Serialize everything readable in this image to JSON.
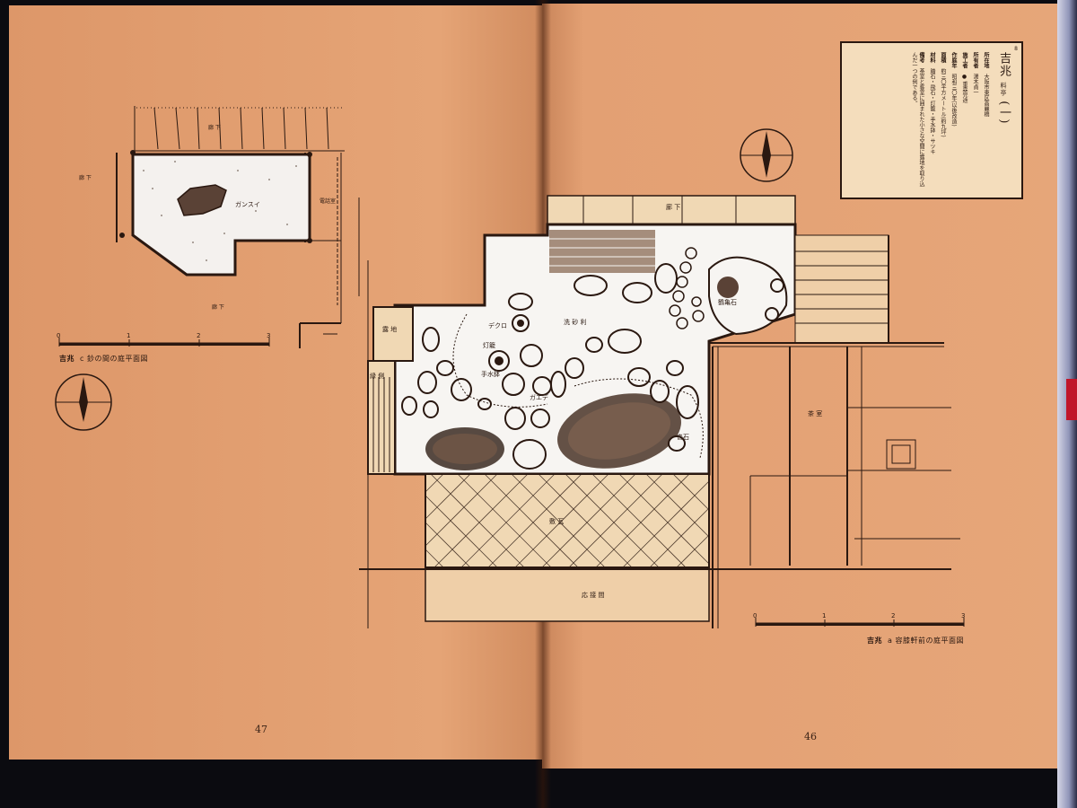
{
  "left_page": {
    "page_number": "47",
    "caption_prefix": "吉兆",
    "caption_text": "c 鈔の間の庭平面図",
    "scale_ticks": [
      "0",
      "1",
      "2",
      "3"
    ],
    "labels": {
      "rock": "ガンスイ",
      "corridor_bottom": "廊 下",
      "corridor_left": "廊 下",
      "room_right": "電話室",
      "corridor_top": "廊 下"
    }
  },
  "right_page": {
    "page_number": "46",
    "caption_prefix": "吉兆",
    "caption_text": "a 容膝軒前の庭平面図",
    "scale_ticks": [
      "0",
      "1",
      "2",
      "3"
    ],
    "labels": {
      "corridor_top": "廊 下",
      "sand_gravel": "洗 砂 利",
      "lantern": "灯籠",
      "basin_upper": "手水鉢",
      "basin_lower": "ガエデ",
      "stone_label": "デクロ",
      "pond_label": "鶴亀石",
      "tea_room": "茶 室",
      "cobble": "敷 瓦",
      "reception": "応 接 間",
      "entrance": "露 地",
      "left_room": "縁 側",
      "kutsunugi": "沓石"
    },
    "info_box": {
      "number": "8",
      "title": "吉兆",
      "subtitle": "料亭",
      "part": "(一)",
      "rows": [
        {
          "key": "所在地",
          "value": "大阪市東区高麗橋"
        },
        {
          "key": "所有者",
          "value": "湯木貞一"
        },
        {
          "key": "施工者",
          "value": "● 重森完途"
        },
        {
          "key": "作庭年",
          "value": "昭和三〇年(以後改造)"
        },
        {
          "key": "面積",
          "value": "約三〇平方メートル(約九坪)"
        },
        {
          "key": "材料",
          "value": "踏石・飛石・灯籠・手水鉢・サツキ"
        },
        {
          "key": "備考",
          "value": "茶室と客室に囲まれた小さな空間に露地を取り込んだ一つの例である。"
        }
      ]
    }
  }
}
